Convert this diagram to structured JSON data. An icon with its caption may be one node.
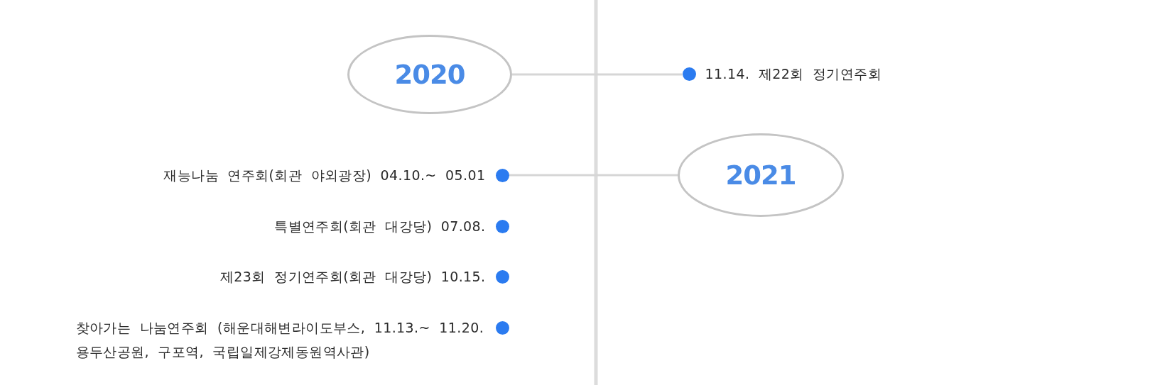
{
  "diagram": {
    "nodes": [
      {
        "text": [
          "2020"
        ]
      },
      {
        "text": [],
        "shape": "circle",
        "beside": [
          "11.14. 제22회 정기연주회"
        ]
      },
      {
        "text": [
          "2021"
        ]
      },
      {
        "text": [],
        "shape": "circle",
        "beside": [
          "재능나눔 연주회(회관 야외광장) 04.10.~ 05.01"
        ]
      },
      {
        "text": [],
        "shape": "circle",
        "beside": [
          "특별연주회(회관 대강당) 07.08."
        ]
      },
      {
        "text": [],
        "shape": "circle",
        "beside": [
          "제23회 정기연주회(회관 대강당) 10.15."
        ]
      },
      {
        "text": [],
        "shape": "circle",
        "beside": [
          "찾아가는 나눔연주회 (해운대해변라이도부스, 11.13.~ 11.20. 용두산공원, 구포역, 국립일제강제동원역사관)"
        ]
      }
    ],
    "edges": [
      {
        "from": 0,
        "to": 1,
        "arrow": "none"
      },
      {
        "from": 2,
        "to": 3,
        "arrow": "none"
      }
    ]
  }
}
